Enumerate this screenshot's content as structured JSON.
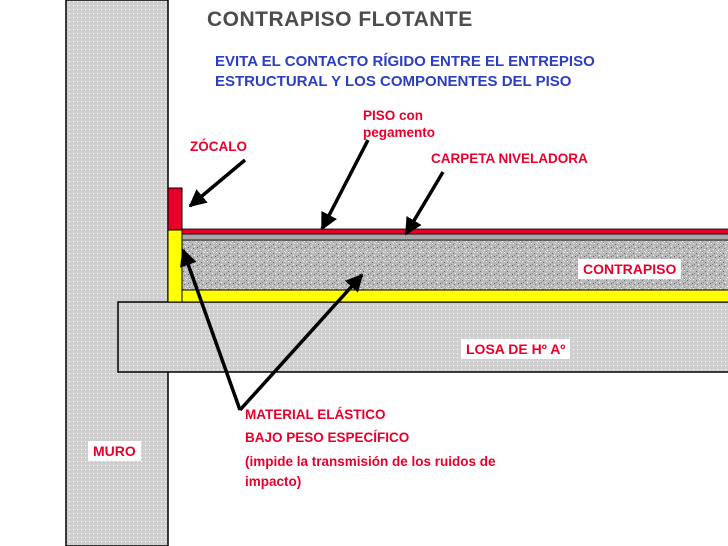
{
  "title": "CONTRAPISO FLOTANTE",
  "subtitle": {
    "line1": "EVITA EL CONTACTO RÍGIDO ENTRE EL ENTREPISO",
    "line2": "ESTRUCTURAL Y LOS COMPONENTES DEL PISO"
  },
  "labels": {
    "piso_line1": "PISO con",
    "piso_line2": "pegamento",
    "zocalo": "ZÓCALO",
    "carpeta": "CARPETA NIVELADORA",
    "contrapiso": "CONTRAPISO",
    "losa": "LOSA DE Hº Aº",
    "muro": "MURO",
    "material_line1": "MATERIAL ELÁSTICO",
    "material_line2": "BAJO PESO ESPECÍFICO",
    "material_line3": "(impide la transmisión de los ruidos de",
    "material_line4": "impacto)"
  },
  "colors": {
    "title": "#4d4d4d",
    "subtitle": "#2b3fbf",
    "label_red": "#e8002a",
    "elastic_material": "#ffff00",
    "floor_tile": "#e8002a",
    "leveling_layer": "#b0b0b0",
    "concrete": "#c8c8c8"
  }
}
